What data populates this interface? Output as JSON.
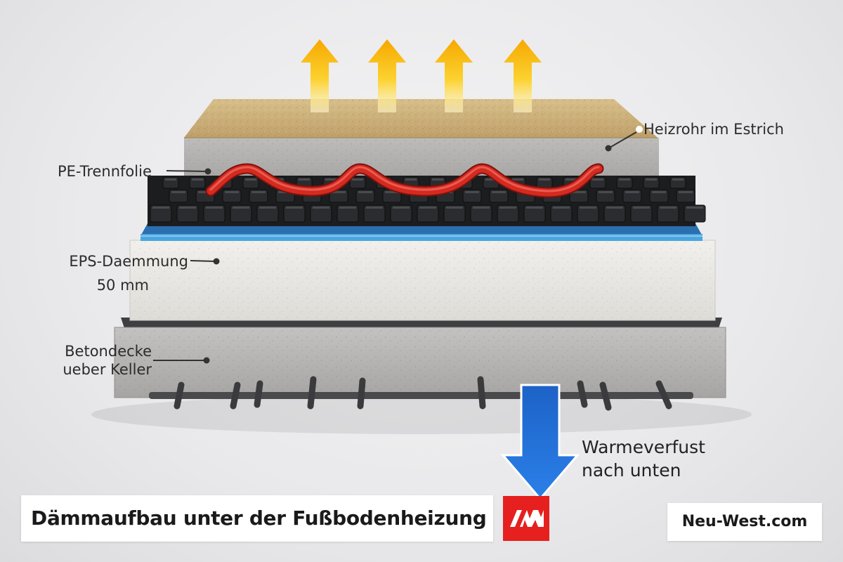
{
  "labels": {
    "heating_pipe": "Heizrohr im Estrich",
    "pe_foil": "PE-Trennfolie",
    "eps_line1": "EPS-Daemmung",
    "eps_line2": "50 mm",
    "concrete_line1": "Betondecke",
    "concrete_line2": "ueber Keller",
    "loss_line1": "Warmeverfust",
    "loss_line2": "nach unten"
  },
  "title": "Dämmaufbau unter der Fußbodenheizung",
  "brand": "Neu-West.com",
  "colors": {
    "heat_arrow": "#f7b400",
    "loss_arrow": "#1f6fd6",
    "pipe": "#d42a1f",
    "logo_bg": "#e5201e",
    "pe_foil": "#4aa6e0"
  },
  "icons": {
    "heat": "arrow-up-icon",
    "loss": "arrow-down-icon",
    "logo": "nw-logo-icon"
  }
}
